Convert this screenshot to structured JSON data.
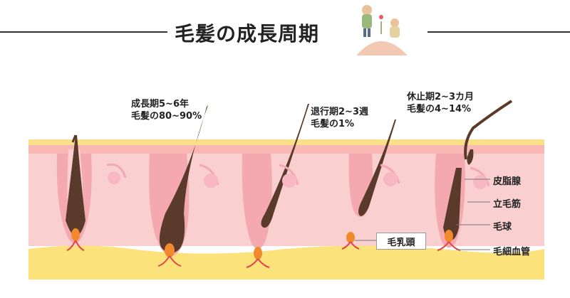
{
  "title": "毛髪の成長周期",
  "stages": [
    {
      "line1": "成長期5~6年",
      "line2": "毛髪の80~90%"
    },
    {
      "line1": "退行期2~3週",
      "line2": "毛髪の1%"
    },
    {
      "line1": "休止期2~3カ月",
      "line2": "毛髪の4~14%"
    }
  ],
  "parts": {
    "sebaceous_gland": "皮脂腺",
    "arrector_pili": "立毛筋",
    "hair_bulb": "毛球",
    "capillary": "毛細血管",
    "papilla": "毛乳頭"
  },
  "colors": {
    "skin": "#f8c9c9",
    "skin_top": "#fad9c6",
    "epidermis": "#f6b5b5",
    "fat": "#fbe27a",
    "hair": "#5a3a2a",
    "papilla": "#f08a2c"
  }
}
